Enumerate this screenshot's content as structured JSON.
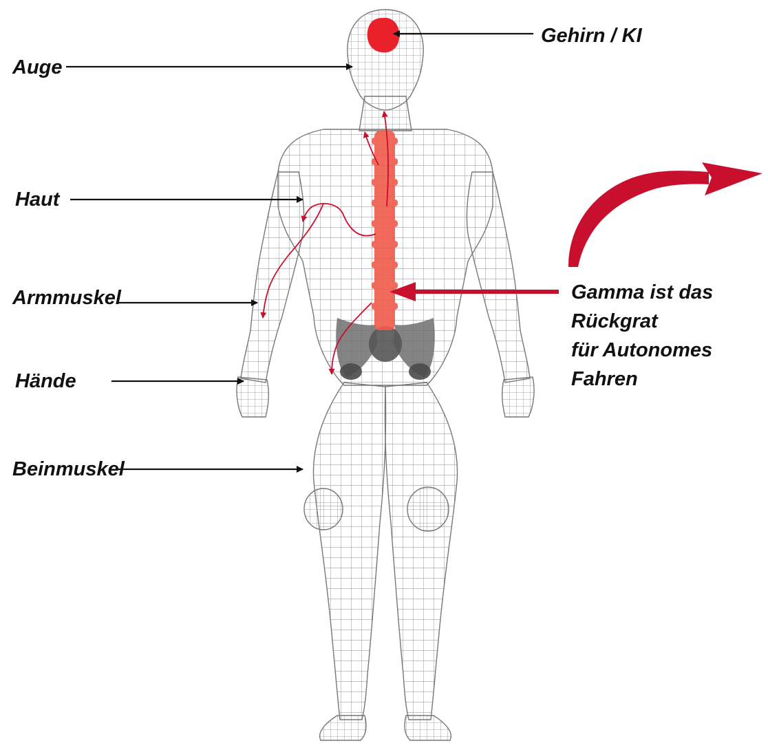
{
  "labels": {
    "brain": "Gehirn / KI",
    "eye": "Auge",
    "skin": "Haut",
    "arm_muscle": "Armmuskel",
    "hands": "Hände",
    "leg_muscle": "Beinmuskel"
  },
  "callout": {
    "lines": [
      "Gamma ist das",
      "Rückgrat",
      "für Autonomes",
      "Fahren"
    ]
  },
  "colors": {
    "accent": "#c8102e",
    "spine": "#f05a4a",
    "wireframe": "#8a8a8a",
    "text": "#111111",
    "pelvis": "#555555"
  }
}
